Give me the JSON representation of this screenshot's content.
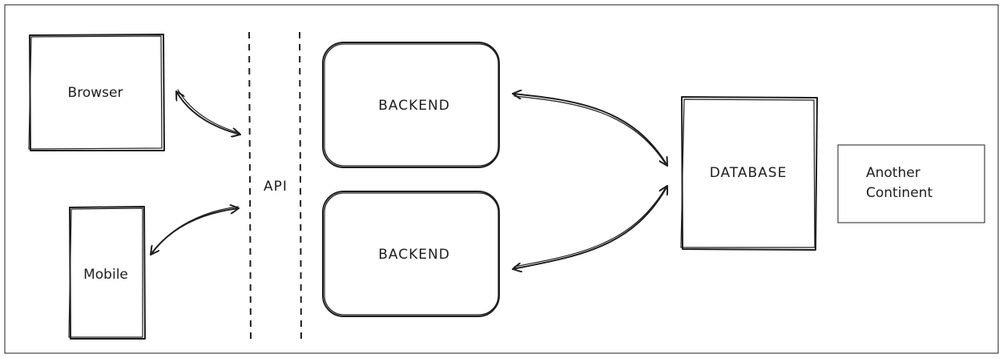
{
  "nodes": {
    "browser": {
      "label": "Browser"
    },
    "mobile": {
      "label": "Mobile"
    },
    "api": {
      "label": "API"
    },
    "backend_top": {
      "label": "BACKEND"
    },
    "backend_bottom": {
      "label": "BACKEND"
    },
    "database": {
      "label": "DATABASE"
    },
    "another_continent": {
      "label_line1": "Another",
      "label_line2": "Continent"
    }
  },
  "colors": {
    "ink": "#1e1e1e",
    "background": "#ffffff"
  }
}
